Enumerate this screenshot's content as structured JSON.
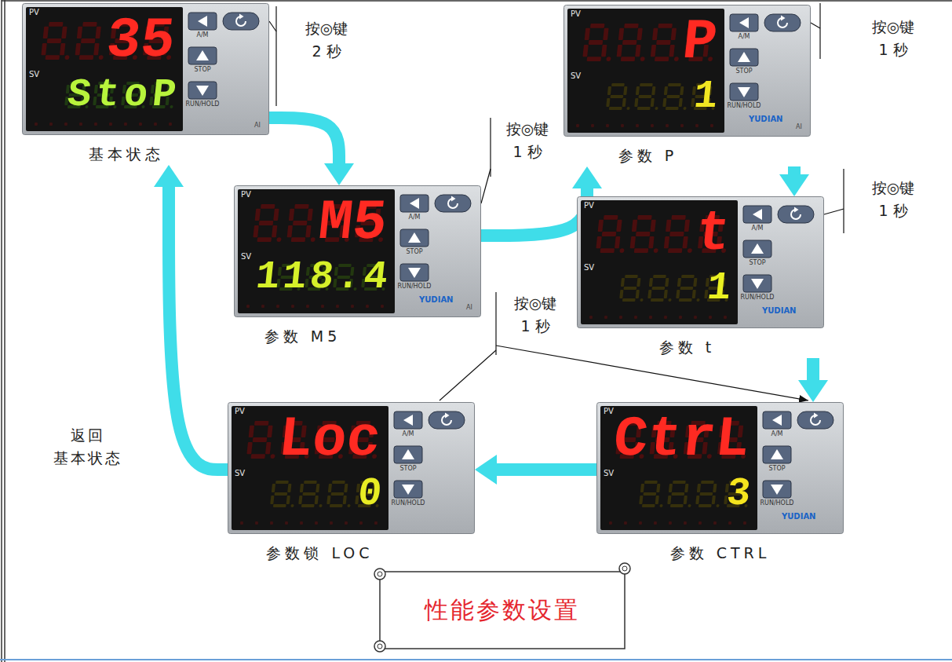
{
  "diagram": {
    "title": "性能参数设置",
    "nodes": [
      {
        "text": [
          "35",
          "StoP",
          "基本状态"
        ]
      },
      {
        "text": [
          "M5",
          "118.4",
          "参数 M5"
        ]
      },
      {
        "text": [
          "P",
          "1",
          "参数 P"
        ]
      },
      {
        "text": [
          "t",
          "1",
          "参数 t"
        ]
      },
      {
        "text": [
          "CtrL",
          "3",
          "参数 CTRL"
        ]
      },
      {
        "text": [
          "Loc",
          "0",
          "参数锁 LOC"
        ]
      }
    ],
    "edges": [
      {
        "from": 0,
        "to": 1,
        "arrow": "to",
        "label": "按◎键 2 秒"
      },
      {
        "from": 1,
        "to": 2,
        "arrow": "to",
        "label": "按◎键 1 秒"
      },
      {
        "from": 2,
        "to": 3,
        "arrow": "to",
        "label": "按◎键 1 秒"
      },
      {
        "from": 3,
        "to": 4,
        "arrow": "to",
        "label": "按◎键 1 秒"
      },
      {
        "from": 4,
        "to": 5,
        "arrow": "to",
        "label": "按◎键 1 秒"
      },
      {
        "from": 5,
        "to": 0,
        "arrow": "to",
        "label": "返回 基本状态"
      }
    ],
    "labels": [
      "PV",
      "SV",
      "A/M",
      "STOP",
      "RUN/HOLD",
      "AI",
      "PV",
      "SV",
      "A/M",
      "STOP",
      "RUN/HOLD",
      "YUDIAN",
      "AI",
      "PV",
      "SV",
      "A/M",
      "STOP",
      "RUN/HOLD",
      "YUDIAN",
      "AI",
      "PV",
      "SV",
      "A/M",
      "STOP",
      "RUN/HOLD",
      "YUDIAN",
      "PV",
      "SV",
      "A/M",
      "STOP",
      "RUN/HOLD",
      "YUDIAN",
      "PV",
      "SV",
      "A/M",
      "STOP",
      "RUN/HOLD"
    ]
  }
}
